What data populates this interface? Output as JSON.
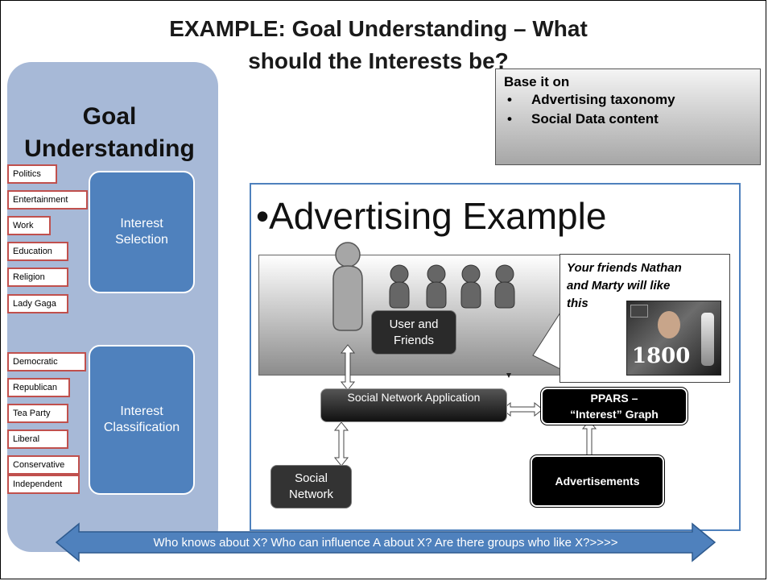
{
  "title": {
    "line1": "EXAMPLE: Goal Understanding – What",
    "line2": "should the Interests be?"
  },
  "goal": {
    "heading_line1": "Goal",
    "heading_line2": "Understanding",
    "interest_selection": {
      "line1": "Interest",
      "line2": "Selection"
    },
    "interest_classification": {
      "line1": "Interest",
      "line2": "Classification"
    },
    "selection_tags": [
      "Politics",
      "Entertainment",
      "Work",
      "Education",
      "Religion",
      "Lady Gaga"
    ],
    "classification_tags": [
      "Democratic",
      "Republican",
      "Tea Party",
      "Liberal",
      "Conservative",
      "Independent"
    ]
  },
  "callout": {
    "heading": "Base it on",
    "bullets": [
      "Advertising taxonomy",
      "Social Data content"
    ]
  },
  "example": {
    "heading": "•Advertising Example",
    "user_friends": {
      "line1": "User and",
      "line2": "Friends"
    },
    "bubble_text": {
      "line1": "Your friends Nathan",
      "line2": "and Marty will like",
      "line3": "this"
    },
    "ad_brand": "1800",
    "social_network_app": "Social Network Application",
    "ppars": {
      "line1": "PPARS –",
      "line2": "“Interest” Graph"
    },
    "social_network": {
      "line1": "Social",
      "line2": "Network"
    },
    "advertisements": "Advertisements"
  },
  "bottom_arrow": "Who knows about X? Who can influence A about X?  Are there groups who like X?>>>>",
  "colors": {
    "panel": "#a7b9d7",
    "box_blue": "#4f81bd",
    "tag_border": "#c0504d",
    "frame_blue": "#4f81bd"
  }
}
